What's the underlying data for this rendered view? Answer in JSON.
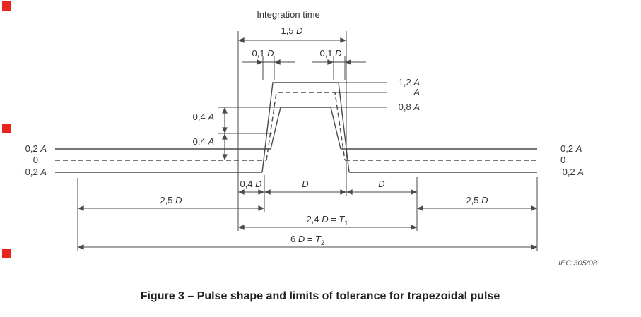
{
  "page": {
    "background": "#ffffff",
    "line_color": "#4a4a4a",
    "text_color": "#333333",
    "marker_color": "#e8241d"
  },
  "caption": "Figure 3 – Pulse shape and limits of tolerance for trapezoidal pulse",
  "source_note": "IEC   305/08",
  "labels": {
    "integration_time": "Integration time",
    "dim_1_5d": {
      "pre": "1,5 ",
      "var": "D"
    },
    "dim_0_1d_left": {
      "pre": "0,1 ",
      "var": "D"
    },
    "dim_0_1d_right": {
      "pre": "0,1 ",
      "var": "D"
    },
    "amp_1_2a": {
      "pre": "1,2 ",
      "var": "A"
    },
    "amp_a": {
      "var": "A"
    },
    "amp_0_8a": {
      "pre": "0,8 ",
      "var": "A"
    },
    "amp_0_4a_upper": {
      "pre": "0,4 ",
      "var": "A"
    },
    "amp_0_4a_lower": {
      "pre": "0,4 ",
      "var": "A"
    },
    "axis_left_0_2a": {
      "pre": "0,2 ",
      "var": "A"
    },
    "axis_left_0": {
      "pre": "0"
    },
    "axis_left_neg0_2a": {
      "pre": "−0,2 ",
      "var": "A"
    },
    "axis_right_0_2a": {
      "pre": "0,2 ",
      "var": "A"
    },
    "axis_right_0": {
      "pre": "0"
    },
    "axis_right_neg0_2a": {
      "pre": "−0,2 ",
      "var": "A"
    },
    "dim_0_4d": {
      "pre": "0,4 ",
      "var": "D"
    },
    "dim_d_1": {
      "var": "D"
    },
    "dim_d_2": {
      "var": "D"
    },
    "dim_2_5d_left": {
      "pre": "2,5 ",
      "var": "D"
    },
    "dim_2_5d_right": {
      "pre": "2,5 ",
      "var": "D"
    },
    "dim_2_4d": {
      "pre": "2,4 ",
      "var": "D",
      "mid": " = ",
      "var2": "T",
      "sub": "1"
    },
    "dim_6d": {
      "pre": "6 ",
      "var": "D",
      "mid": " = ",
      "var2": "T",
      "sub": "2"
    }
  }
}
